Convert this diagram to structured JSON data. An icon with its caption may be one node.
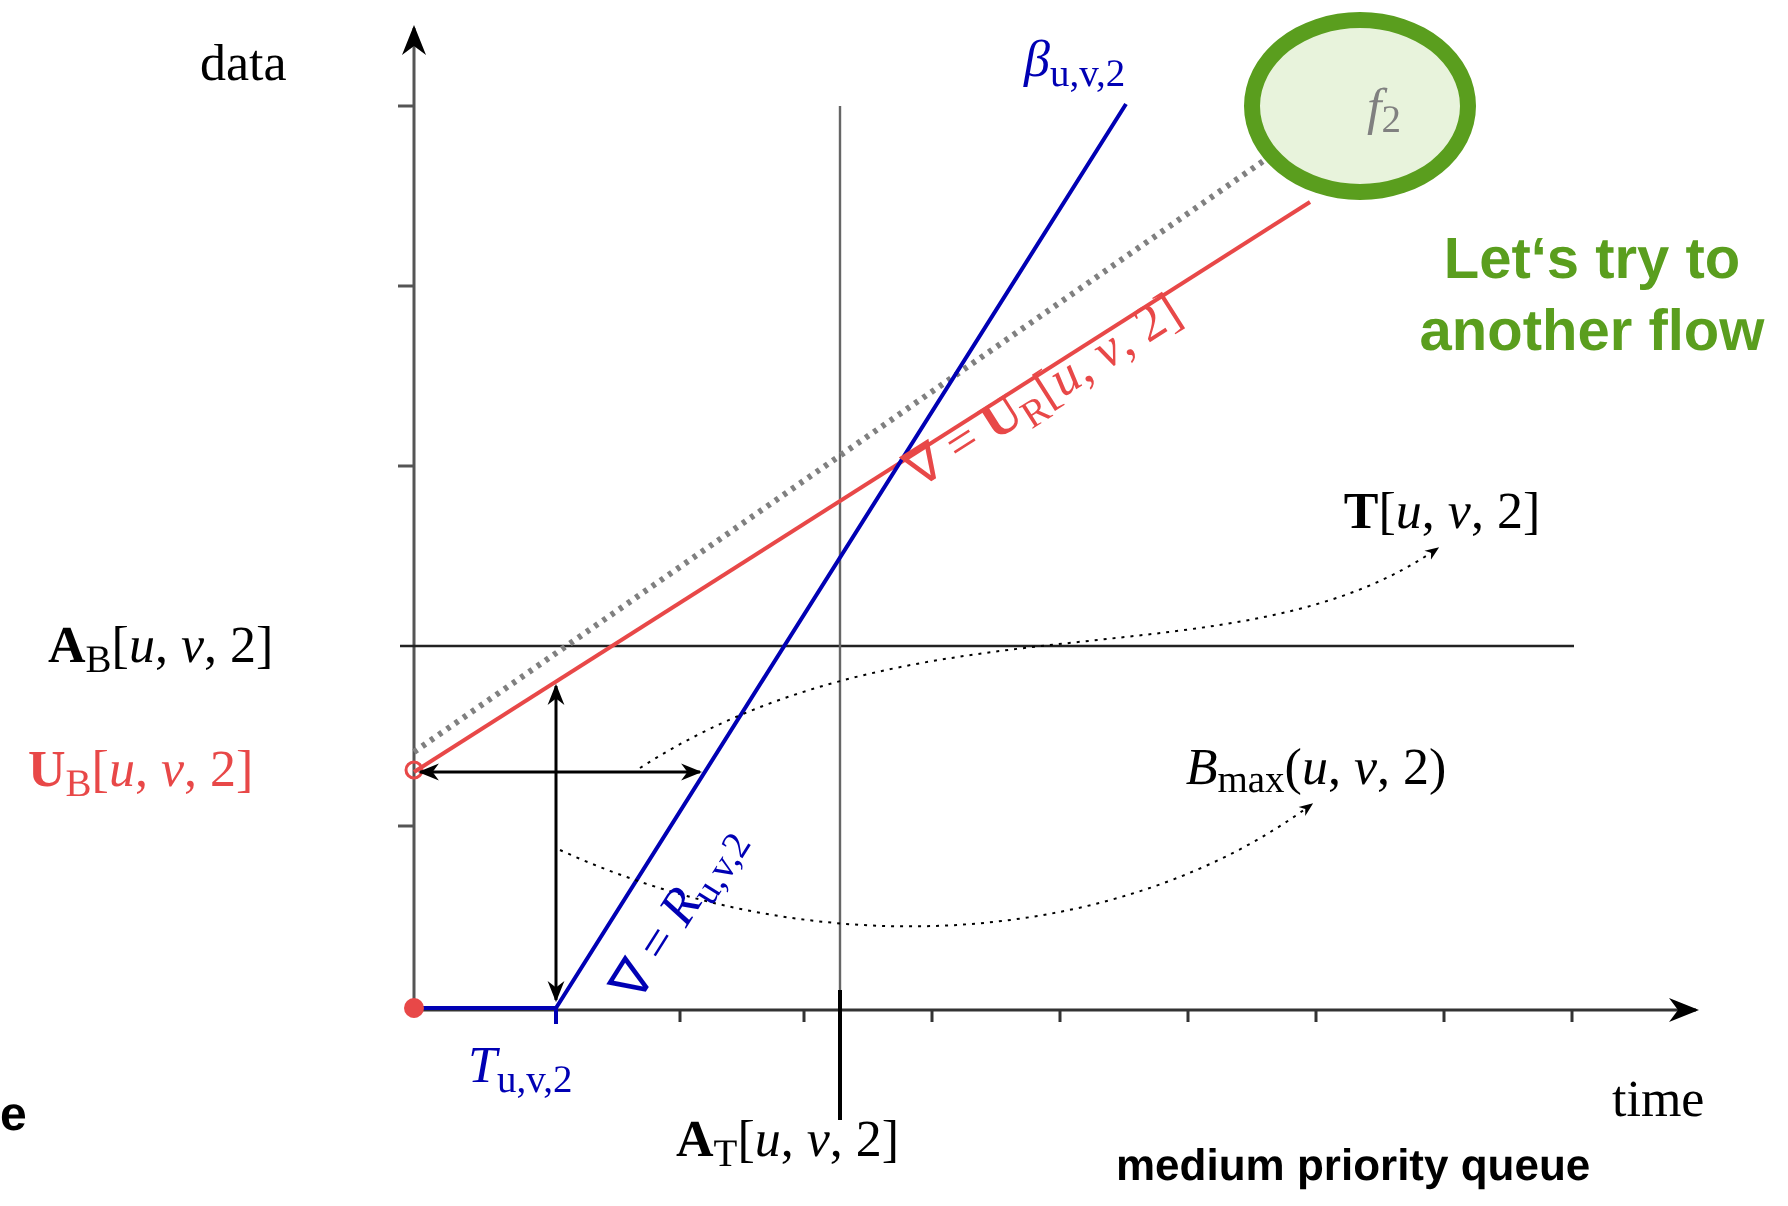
{
  "diagram": {
    "nodes": [
      {
        "text": [
          "*f*$_{2}$"
        ]
      },
      {
        "text": [
          "**T**[*u*, *v*, 2]"
        ]
      },
      {
        "text": [
          "*B*$_{max}$(*u*, *v*, 2)"
        ]
      },
      {
        "text": [],
        "shape": "arrow"
      },
      {
        "text": [],
        "shape": "arrow"
      }
    ],
    "edges": [
      {
        "from": 3,
        "to": 1,
        "arrow": "to",
        "style": "dashed"
      },
      {
        "from": 4,
        "to": 2,
        "arrow": "to",
        "style": "dashed"
      }
    ],
    "labels": [
      "data",
      "*β*$_{u,v,2}$",
      "∇ = **U**$_{R}$[*u*, *v*, 2]",
      "Let‘s try to another flow",
      "**A**$_{B}$[*u*, *v*, 2]",
      "∇ = *R*$_{u,v,2}$",
      "**U**$_{B}$[*u*, *v*, 2]",
      "*T*$_{u,v,2}$",
      "e",
      "**A**$_{T}$[*u*, *v*, 2]",
      "time",
      "medium priority queue"
    ]
  }
}
